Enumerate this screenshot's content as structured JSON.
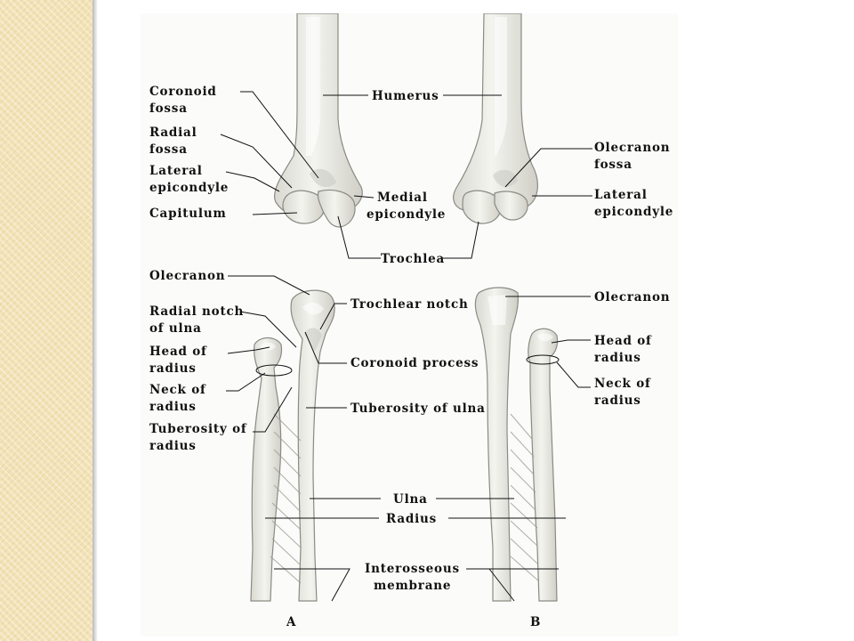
{
  "labels": {
    "coronoid_fossa": [
      "Coronoid",
      "fossa"
    ],
    "radial_fossa": [
      "Radial",
      "fossa"
    ],
    "lateral_epicondyle_a": [
      "Lateral",
      "epicondyle"
    ],
    "capitulum": "Capitulum",
    "humerus": "Humerus",
    "medial_epicondyle": [
      "Medial",
      "epicondyle"
    ],
    "trochlea": "Trochlea",
    "olecranon_fossa": [
      "Olecranon",
      "fossa"
    ],
    "lateral_epicondyle_b": [
      "Lateral",
      "epicondyle"
    ],
    "olecranon_a": "Olecranon",
    "trochlear_notch": "Trochlear notch",
    "radial_notch": [
      "Radial notch",
      "of ulna"
    ],
    "head_radius_a": [
      "Head of",
      "radius"
    ],
    "coronoid_process": "Coronoid process",
    "neck_radius_a": [
      "Neck of",
      "radius"
    ],
    "tuberosity_ulna": "Tuberosity of ulna",
    "tuberosity_radius": [
      "Tuberosity of",
      "radius"
    ],
    "olecranon_b": "Olecranon",
    "head_radius_b": [
      "Head of",
      "radius"
    ],
    "neck_radius_b": [
      "Neck of",
      "radius"
    ],
    "ulna": "Ulna",
    "radius": "Radius",
    "interosseous": [
      "Interosseous",
      "membrane"
    ],
    "panel_a": "A",
    "panel_b": "B"
  }
}
